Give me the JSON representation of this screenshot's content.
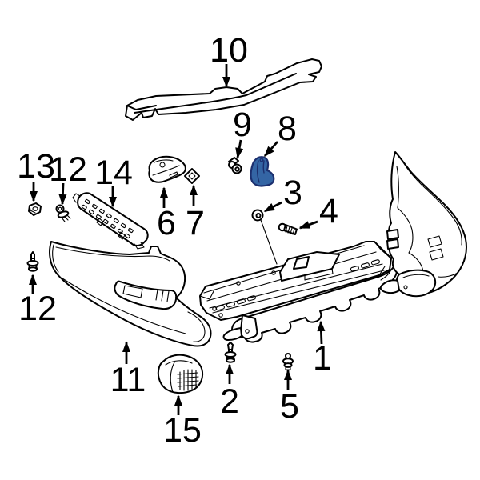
{
  "diagram": {
    "kind": "exploded-parts-diagram",
    "subject": "rear-bumper-assembly",
    "highlighted_callout": "8",
    "callouts": [
      {
        "number": "10"
      },
      {
        "number": "9"
      },
      {
        "number": "8",
        "highlighted": true
      },
      {
        "number": "3"
      },
      {
        "number": "4"
      },
      {
        "number": "1"
      },
      {
        "number": "2"
      },
      {
        "number": "5"
      },
      {
        "number": "11"
      },
      {
        "number": "15"
      },
      {
        "number": "13"
      },
      {
        "number": "12"
      },
      {
        "number": "12"
      },
      {
        "number": "14"
      },
      {
        "number": "6"
      },
      {
        "number": "7"
      }
    ]
  },
  "colors": {
    "background": "#ffffff",
    "line": "#000000",
    "highlight_fill": "#3465a4",
    "highlight_outline": "#1c2f6e"
  }
}
